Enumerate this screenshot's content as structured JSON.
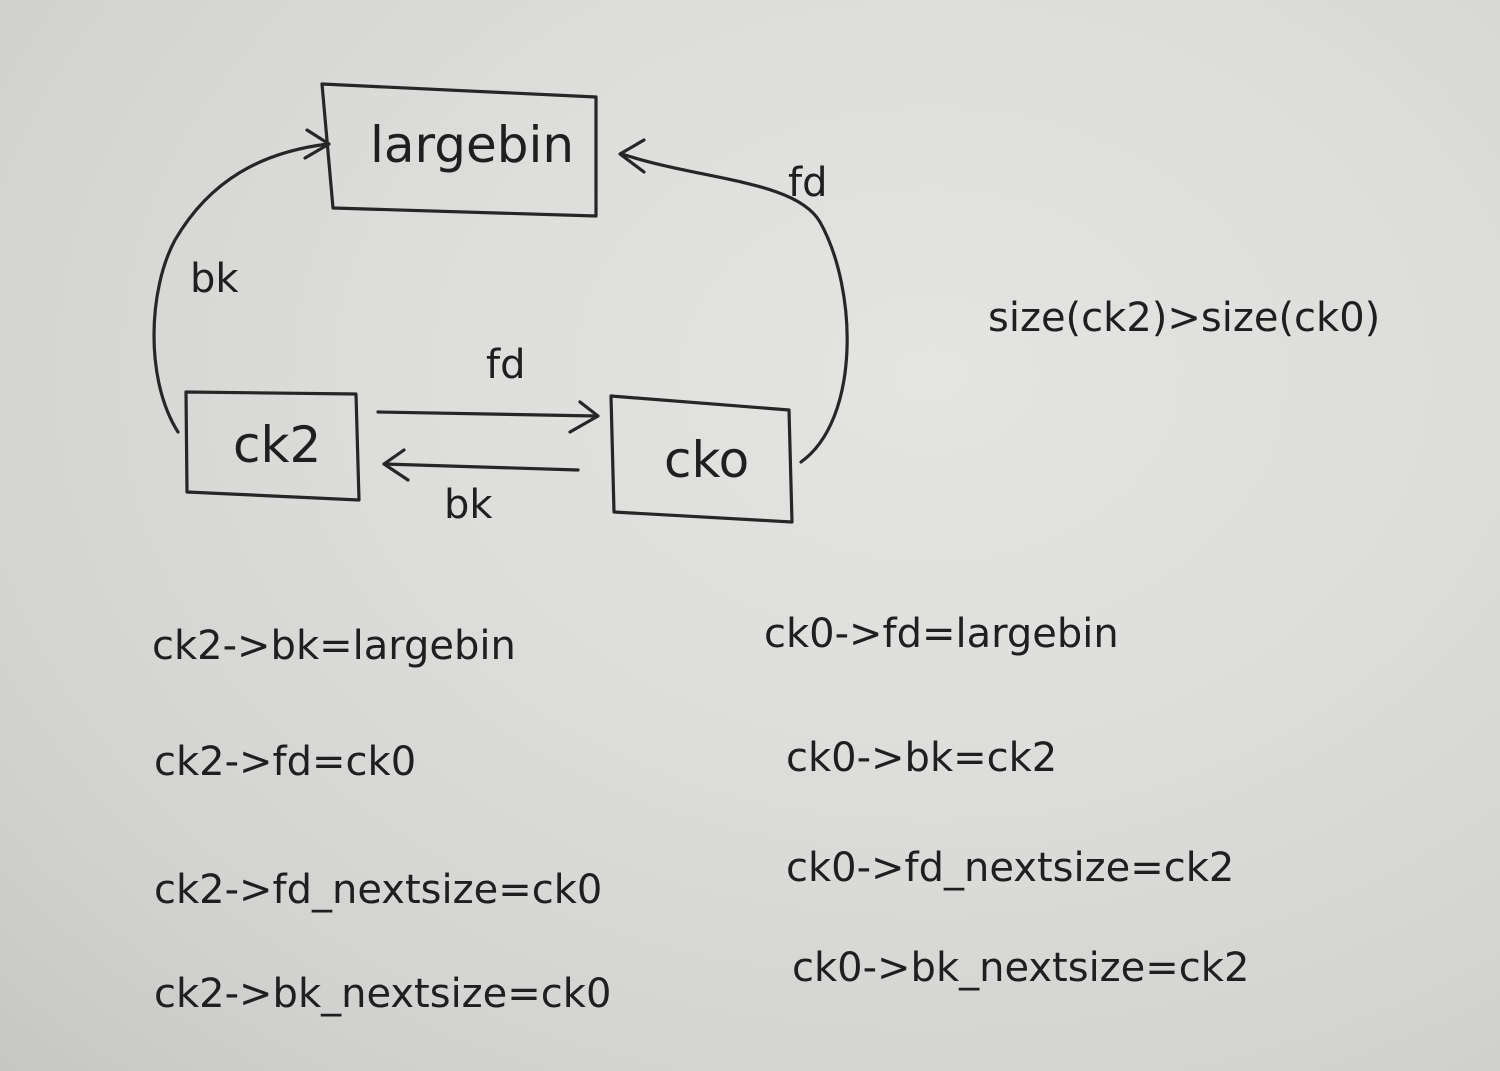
{
  "diagram": {
    "nodes": {
      "largebin": "largebin",
      "ck2": "ck2",
      "ck0": "cko"
    },
    "edges": {
      "ck0_to_largebin": "fd",
      "ck2_to_largebin": "bk",
      "ck2_to_ck0": "fd",
      "ck0_to_ck2": "bk"
    },
    "size_note": "size(ck2)>size(ck0)"
  },
  "notes": {
    "left": [
      "ck2->bk=largebin",
      "ck2->fd=ck0",
      "ck2->fd_nextsize=ck0",
      "ck2->bk_nextsize=ck0"
    ],
    "right": [
      "ck0->fd=largebin",
      "ck0->bk=ck2",
      "ck0->fd_nextsize=ck2",
      "ck0->bk_nextsize=ck2"
    ]
  }
}
